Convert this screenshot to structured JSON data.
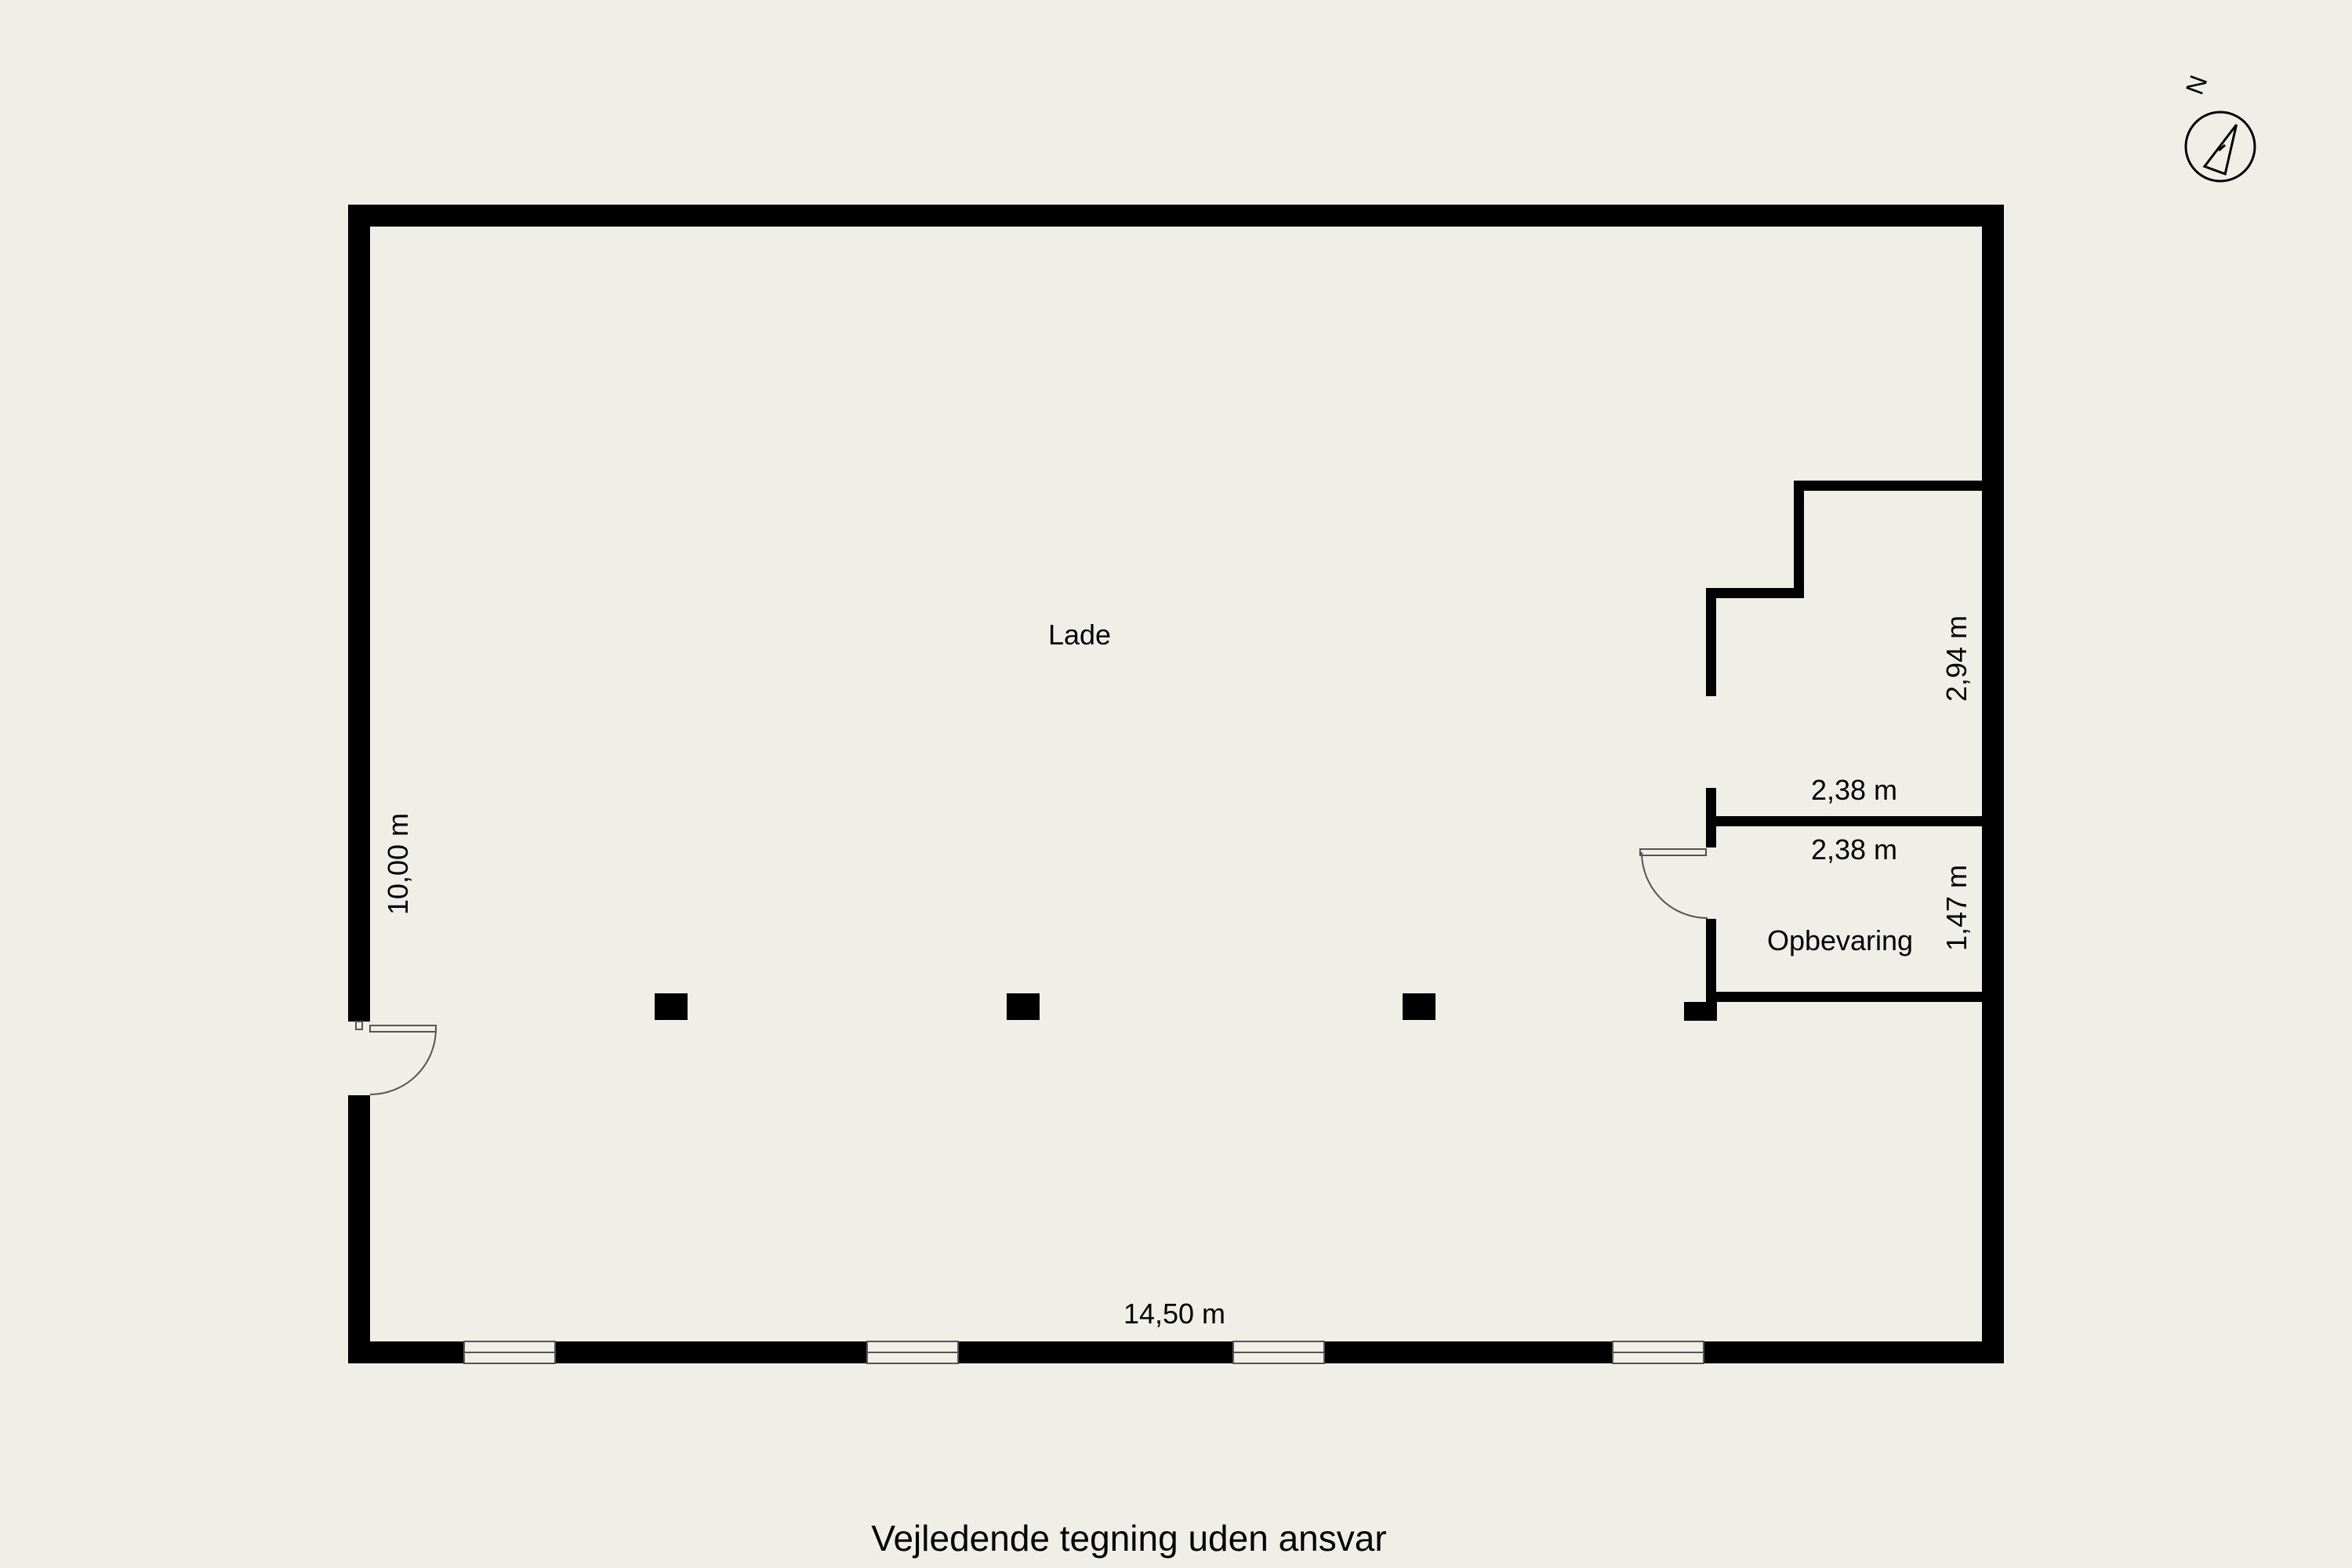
{
  "rooms": {
    "main": "Lade",
    "storage": "Opbevaring"
  },
  "dimensions": {
    "total_width": "14,50 m",
    "total_height": "10,00 m",
    "storage_upper_width": "2,38 m",
    "storage_lower_width": "2,38 m",
    "upper_height": "2,94 m",
    "storage_height": "1,47 m"
  },
  "compass": {
    "north_letter": "N",
    "icon": "compass-icon"
  },
  "disclaimer": "Vejledende tegning uden ansvar",
  "colors": {
    "background": "#f0efe7",
    "walls": "#000000",
    "window_fill": "#f0efe7"
  }
}
